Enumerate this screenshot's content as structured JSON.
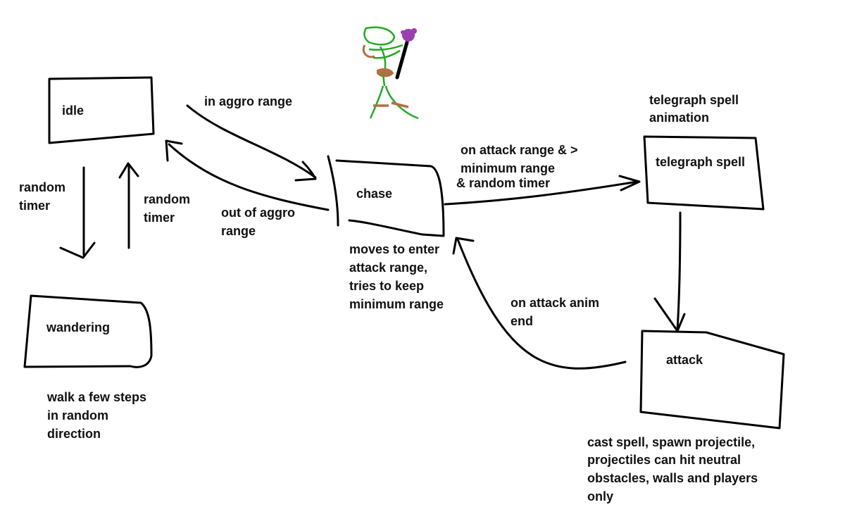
{
  "states": {
    "idle": "idle",
    "chase": "chase",
    "wandering": "wandering",
    "telegraph_spell": "telegraph spell",
    "attack": "attack"
  },
  "transitions": {
    "in_aggro_range": "in aggro range",
    "out_of_aggro_range": [
      "out of aggro",
      "range"
    ],
    "random_timer_down": [
      "random",
      "timer"
    ],
    "random_timer_up": [
      "random",
      "timer"
    ],
    "attack_range": [
      "on attack range & >",
      "minimum range",
      "& random timer"
    ],
    "attack_anim_end": [
      "on attack anim",
      "end"
    ]
  },
  "notes": {
    "wandering": [
      "walk a few steps",
      "in random",
      "direction"
    ],
    "chase": [
      "moves to enter",
      "attack range,",
      "tries to keep",
      "minimum range"
    ],
    "telegraph": [
      "telegraph spell",
      "animation"
    ],
    "attack": [
      "cast spell, spawn projectile,",
      "projectiles can hit neutral",
      "obstacles, walls and players",
      "only"
    ]
  },
  "colors": {
    "ink": "#000000",
    "body": "#22aa22",
    "skin": "#b07040",
    "orb": "#9b3fb0"
  },
  "icons": {
    "mage": "stick-figure-mage-icon"
  }
}
